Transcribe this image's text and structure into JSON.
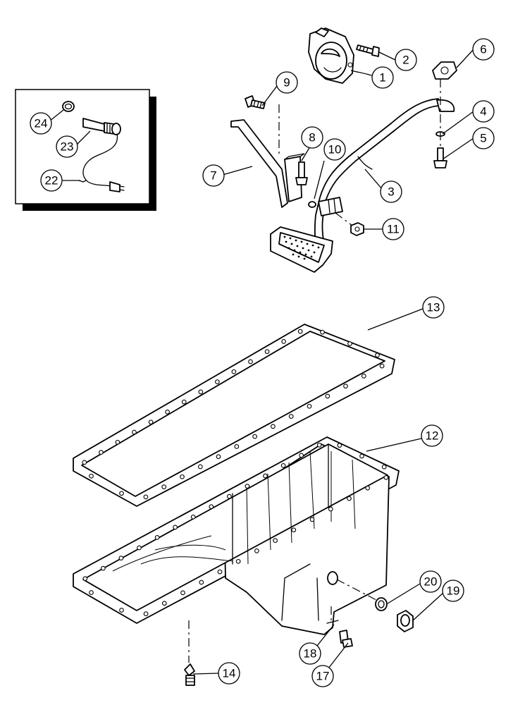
{
  "diagram": {
    "callouts": [
      {
        "id": "1",
        "label": "1"
      },
      {
        "id": "2",
        "label": "2"
      },
      {
        "id": "3",
        "label": "3"
      },
      {
        "id": "4",
        "label": "4"
      },
      {
        "id": "5",
        "label": "5"
      },
      {
        "id": "6",
        "label": "6"
      },
      {
        "id": "7",
        "label": "7"
      },
      {
        "id": "8",
        "label": "8"
      },
      {
        "id": "9",
        "label": "9"
      },
      {
        "id": "10",
        "label": "10"
      },
      {
        "id": "11",
        "label": "11"
      },
      {
        "id": "12",
        "label": "12"
      },
      {
        "id": "13",
        "label": "13"
      },
      {
        "id": "14",
        "label": "14"
      },
      {
        "id": "17",
        "label": "17"
      },
      {
        "id": "18",
        "label": "18"
      },
      {
        "id": "19",
        "label": "19"
      },
      {
        "id": "20",
        "label": "20"
      },
      {
        "id": "22",
        "label": "22"
      },
      {
        "id": "23",
        "label": "23"
      },
      {
        "id": "24",
        "label": "24"
      }
    ]
  }
}
